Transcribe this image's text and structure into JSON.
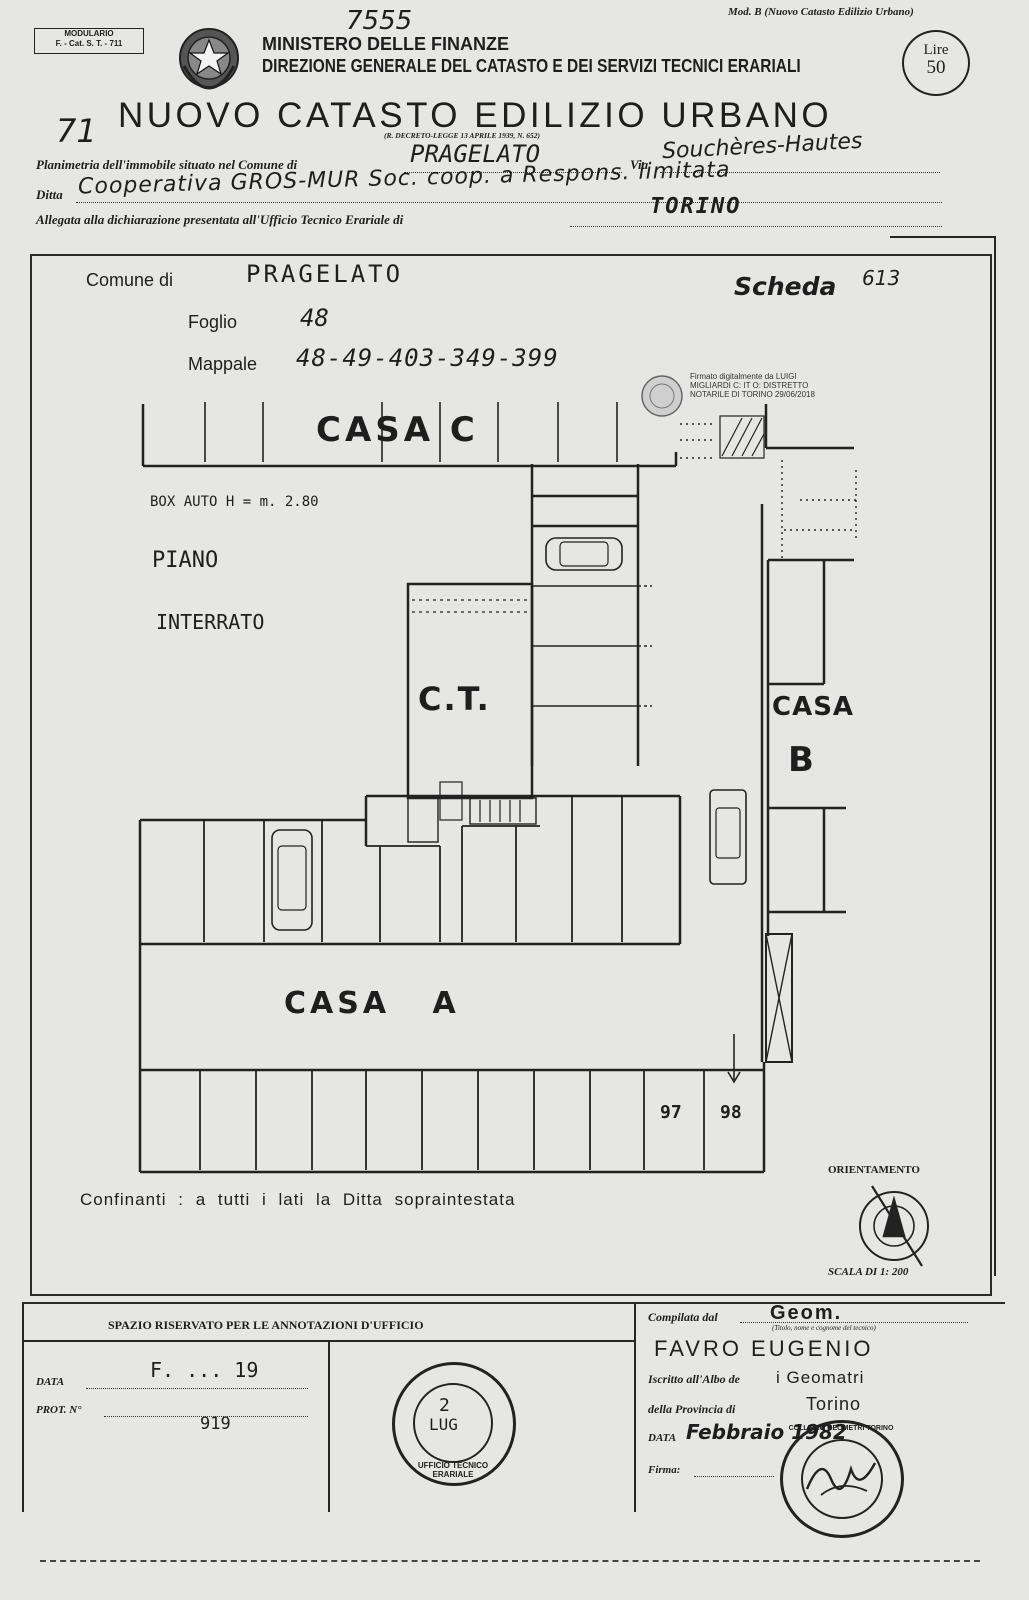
{
  "header": {
    "modulario_line1": "MODULARIO",
    "modulario_line2": "F. - Cat. S. T. - 711",
    "handwritten_number": "7555",
    "mod_label": "Mod. B (Nuovo Catasto Edilizio Urbano)",
    "ministry": "MINISTERO DELLE FINANZE",
    "direction": "DIREZIONE GENERALE DEL CATASTO E DEI SERVIZI TECNICI ERARIALI",
    "lire_label": "Lire",
    "lire_value": "50",
    "side_number": "71",
    "main_title": "NUOVO CATASTO EDILIZIO URBANO",
    "decree": "(R. DECRETO-LEGGE 13 APRILE 1939, N. 652)"
  },
  "form": {
    "planimetria_label": "Planimetria dell'immobile situato nel Comune di",
    "comune_value": "PRAGELATO",
    "via_label": "Via",
    "via_value": "Souchères-Hautes",
    "ditta_label": "Ditta",
    "ditta_value": "Cooperativa GROS-MUR Soc. coop. a Respons. limitata",
    "allegata_label": "Allegata alla dichiarazione presentata all'Ufficio Tecnico Erariale di",
    "ufficio_value": "TORINO"
  },
  "plan": {
    "comune_label": "Comune di",
    "comune": "PRAGELATO",
    "foglio_label": "Foglio",
    "foglio": "48",
    "mappale_label": "Mappale",
    "mappale": "48-49-403-349-399",
    "scheda_label": "Scheda",
    "scheda_value": "613",
    "digital_signature": "Firmato digitalmente da LUIGI MIGLIARDI C: IT O: DISTRETTO NOTARILE DI TORINO 29/06/2018",
    "casa_c": "CASA C",
    "box_auto": "BOX AUTO H = m. 2.80",
    "piano": "PIANO",
    "interrato": "INTERRATO",
    "ct": "C.T.",
    "casa_b_1": "CASA",
    "casa_b_2": "B",
    "casa_a": "CASA A",
    "box_97": "97",
    "box_98": "98",
    "confinanti": "Confinanti : a tutti i lati la Ditta sopraintestata",
    "orientamento": "ORIENTAMENTO",
    "scala": "SCALA DI 1: 200"
  },
  "office": {
    "reserved_title": "SPAZIO RISERVATO PER LE ANNOTAZIONI D'UFFICIO",
    "data_label": "DATA",
    "data_value": "F. ... 19",
    "prot_label": "PROT. N°",
    "prot_value": "919",
    "stamp_text": "UFFICIO TECNICO ERARIALE",
    "stamp_date_1": "2",
    "stamp_date_2": "LUG"
  },
  "compiler": {
    "compilata_label": "Compilata dal",
    "title_value": "Geom.",
    "name_hint": "(Titolo, nome e cognome del tecnico)",
    "name": "FAVRO EUGENIO",
    "iscritto_label": "Iscritto all'Albo de",
    "albo_value": "i Geomatri",
    "provincia_label": "della Provincia di",
    "provincia_value": "Torino",
    "data_label": "DATA",
    "data_value": "Febbraio 1982",
    "firma_label": "Firma:",
    "stamp_text": "COLLEGIO GEOMETRI TORINO"
  }
}
